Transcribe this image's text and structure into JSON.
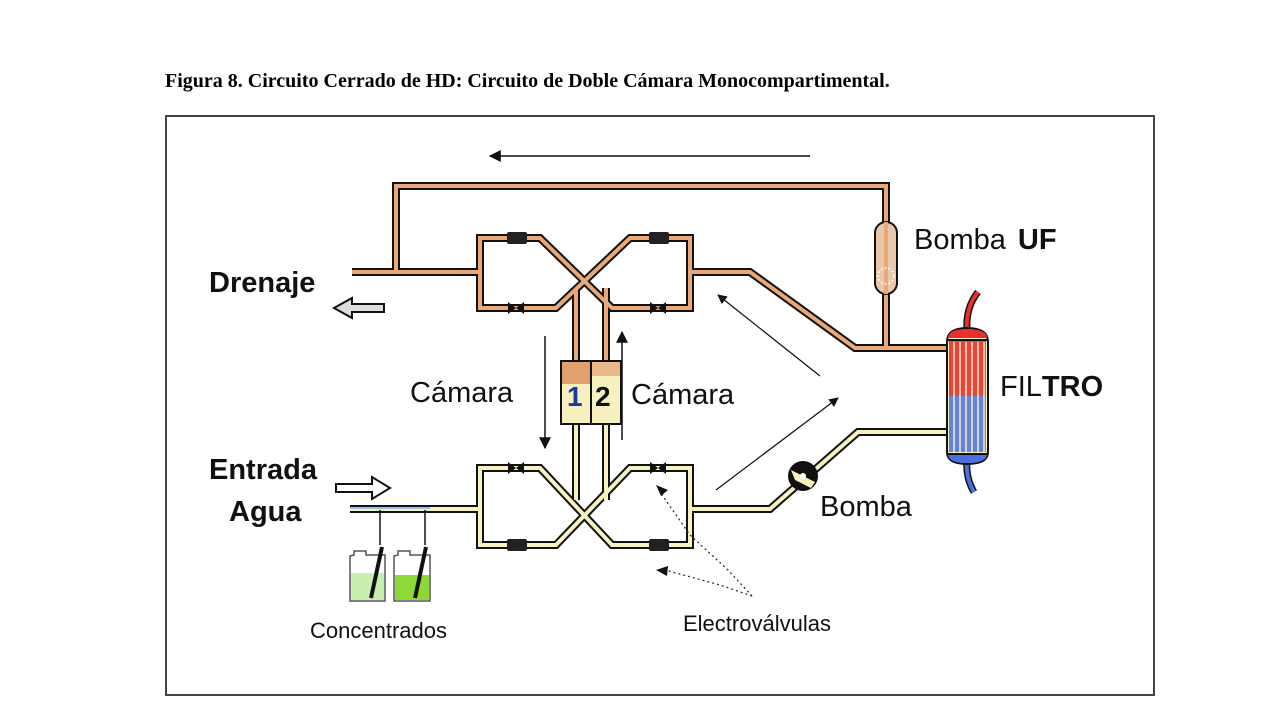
{
  "figure": {
    "caption": "Figura 8. Circuito Cerrado de HD: Circuito de Doble Cámara Monocompartimental."
  },
  "labels": {
    "drain": "Drenaje",
    "water_inlet_line1": "Entrada",
    "water_inlet_line2": "Agua",
    "chamber_left": "Cámara",
    "chamber_right": "Cámara",
    "chamber_1_number": "1",
    "chamber_2_number": "2",
    "uf_pump_word": "Bomba",
    "uf_pump_suffix": "UF",
    "filter_prefix": "FIL",
    "filter_suffix": "TRO",
    "pump": "Bomba",
    "concentrates": "Concentrados",
    "solenoid_valves": "Electroválvulas"
  },
  "colors": {
    "used_fluid_pipe": "#e8a878",
    "fresh_fluid_pipe": "#f7f0c0",
    "blood_in": "#e83030",
    "blood_out": "#4a70e0",
    "concentrate_light": "#c8eeb0",
    "concentrate_dark": "#8ed838",
    "chamber_1_digit": "#1a3aa0",
    "outline": "#111111"
  }
}
